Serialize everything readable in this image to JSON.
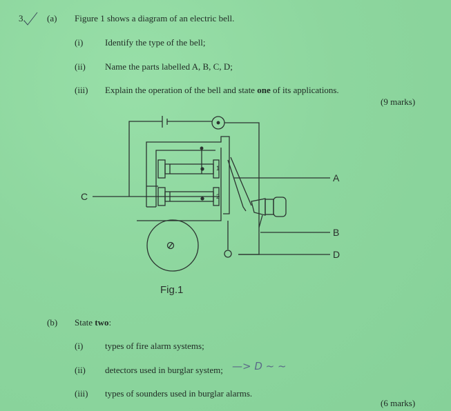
{
  "q_number": "3.",
  "part_a": {
    "label": "(a)",
    "stem": "Figure 1 shows a diagram of an electric bell.",
    "items": [
      {
        "num": "(i)",
        "text": "Identify the type of the bell;"
      },
      {
        "num": "(ii)",
        "text": "Name the parts labelled A, B, C, D;"
      },
      {
        "num": "(iii)",
        "pre": "Explain the operation of the bell and state ",
        "bold": "one",
        "post": " of its applications."
      }
    ],
    "marks": "(9 marks)"
  },
  "figure": {
    "caption": "Fig.1",
    "labels": {
      "A": "A",
      "B": "B",
      "C": "C",
      "D": "D"
    }
  },
  "part_b": {
    "label": "(b)",
    "stem_pre": "State ",
    "stem_bold": "two",
    "stem_post": ":",
    "items": [
      {
        "num": "(i)",
        "text": "types of fire alarm systems;"
      },
      {
        "num": "(ii)",
        "text": "detectors used in burglar system;"
      },
      {
        "num": "(iii)",
        "text": "types of sounders used in burglar alarms."
      }
    ],
    "marks": "(6 marks)"
  },
  "handwriting": {
    "note": "—> D ~ ~"
  }
}
